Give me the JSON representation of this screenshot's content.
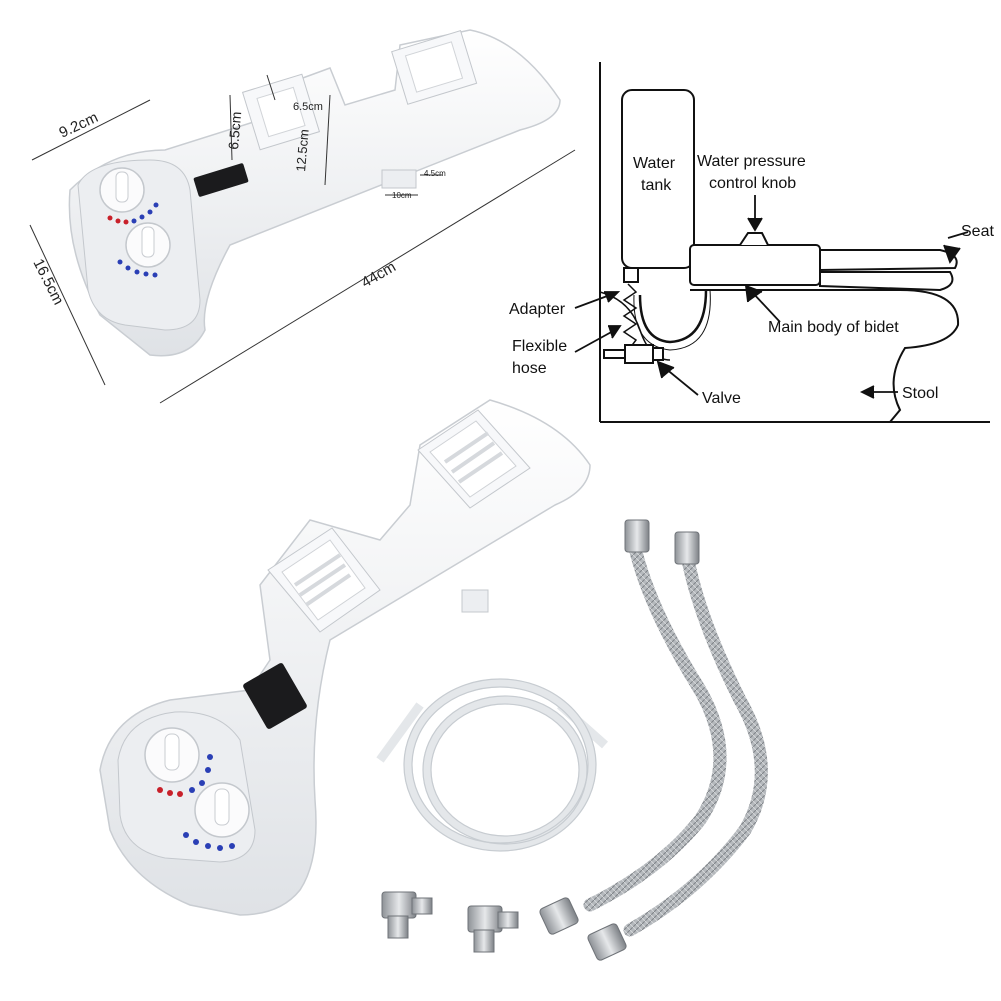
{
  "dimensions": {
    "width_92": "9.2cm",
    "depth_165": "16.5cm",
    "length_44": "44cm",
    "slot_h_65": "6.5cm",
    "slot_w_65": "6.5cm",
    "slot_len_125": "12.5cm",
    "nozzle_h": "4.5cm",
    "nozzle_w": "10cm"
  },
  "diagram": {
    "water_tank": [
      "Water",
      "tank"
    ],
    "knob": [
      "Water pressure",
      "control knob"
    ],
    "seat": "Seat",
    "adapter": "Adapter",
    "hose": [
      "Flexible",
      "hose"
    ],
    "main_body": "Main body of bidet",
    "valve": "Valve",
    "stool": "Stool"
  },
  "colors": {
    "body": "#f4f5f7",
    "panel": "#e9ebef",
    "accent_blue": "#2a3fb5",
    "accent_red": "#c8202a",
    "display": "#1b1b1d",
    "steel": "#a7abb0"
  },
  "icons": [
    "bidet-top-view",
    "bidet-perspective-view",
    "toilet-install-diagram",
    "braided-hose",
    "water-tube-coil",
    "t-adapter"
  ]
}
